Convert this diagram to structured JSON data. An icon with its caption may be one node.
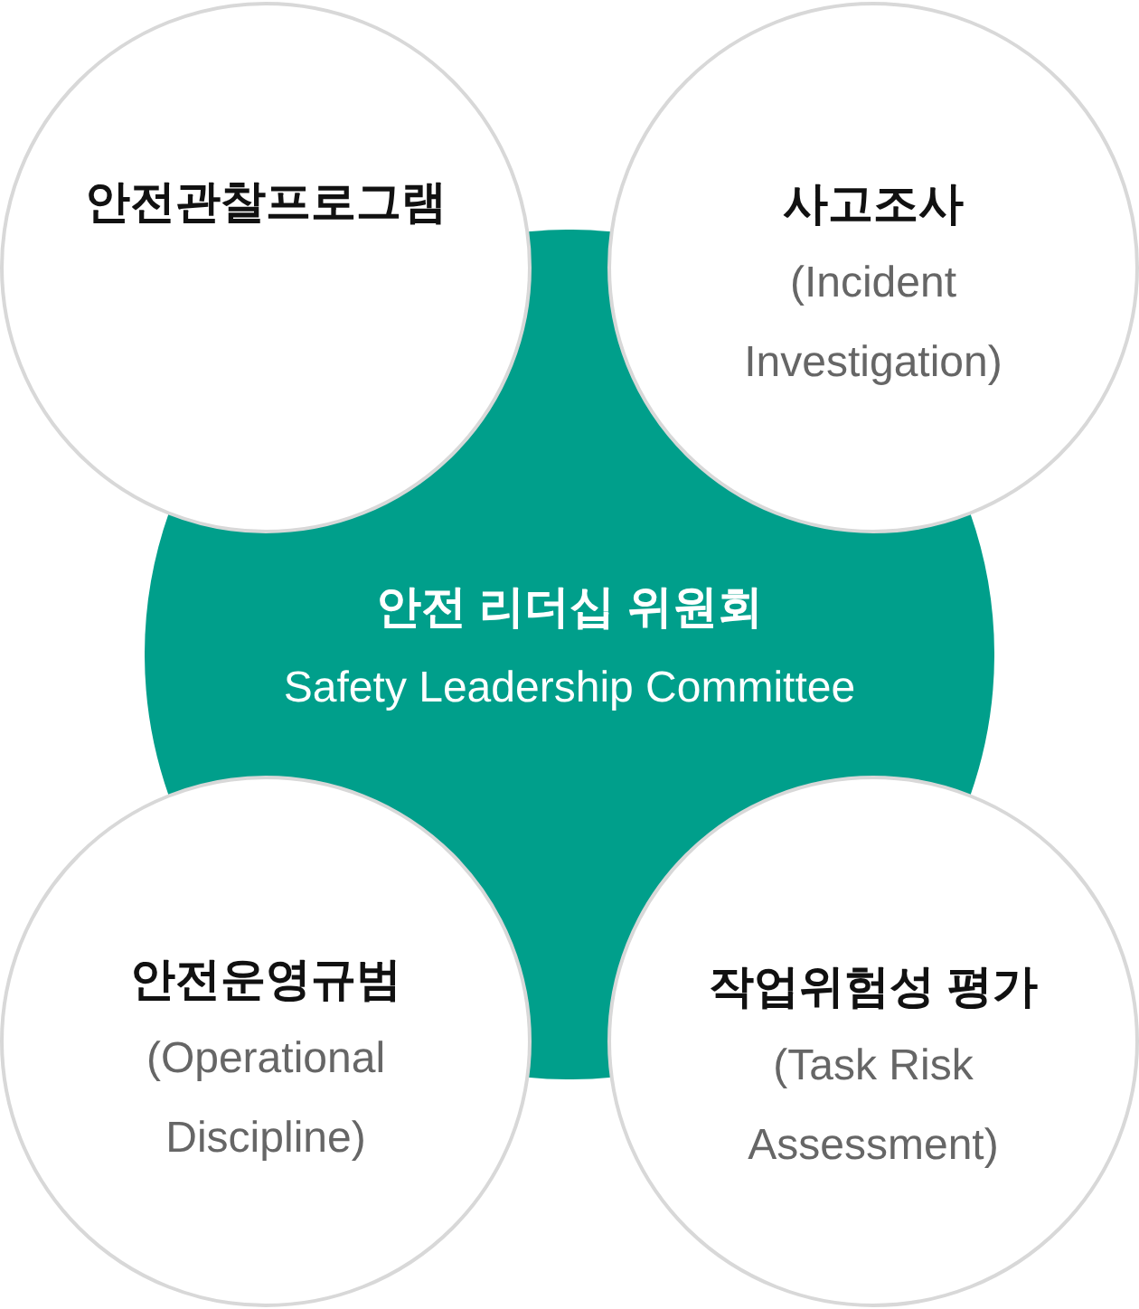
{
  "diagram": {
    "nodes": [
      {
        "text": [
          "안전관찰프로그램"
        ]
      },
      {
        "text": [
          "사고조사",
          "(Incident Investigation)"
        ]
      },
      {
        "text": [
          "안전 리더십 위원회",
          "Safety Leadership Committee"
        ]
      },
      {
        "text": [
          "안전운영규범",
          "(Operational Discipline)"
        ]
      },
      {
        "text": [
          "작업위험성 평가",
          "(Task Risk Assessment)"
        ]
      }
    ]
  }
}
